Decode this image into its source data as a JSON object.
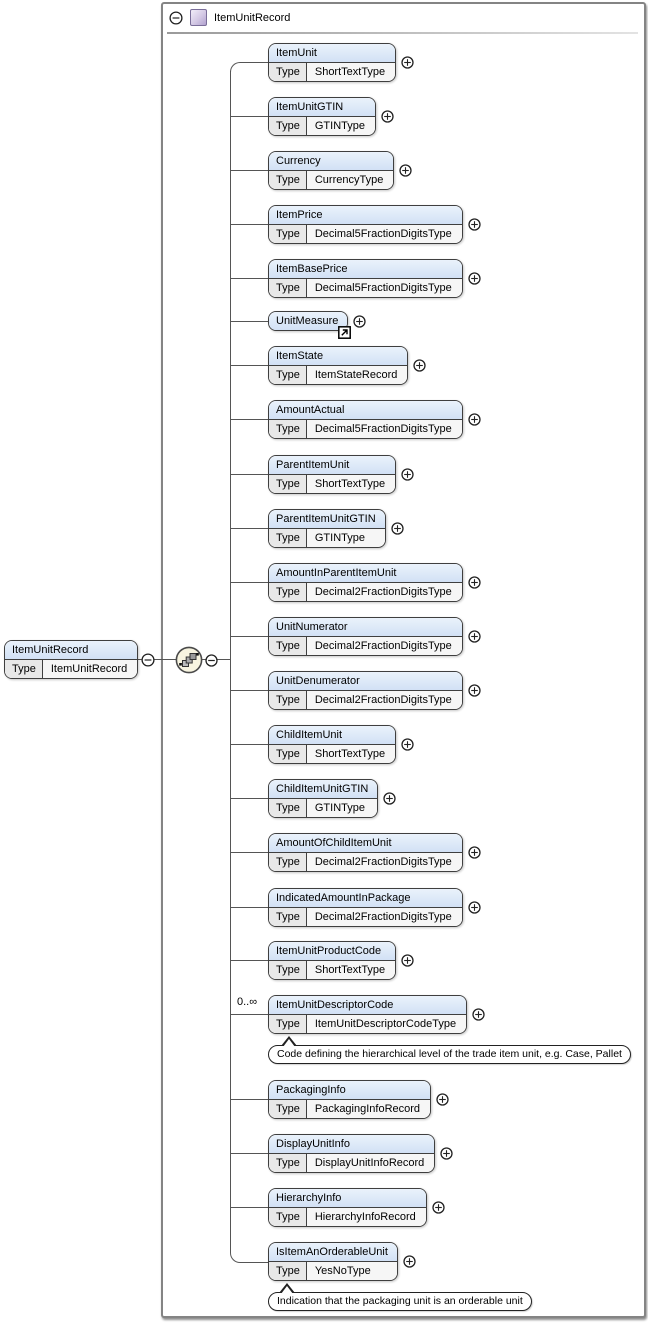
{
  "header": {
    "title": "ItemUnitRecord",
    "collapse_icon": "minus-circle-icon",
    "record_icon": "record-square-icon"
  },
  "type_label": "Type",
  "root_element": {
    "name": "ItemUnitRecord",
    "type": "ItemUnitRecord",
    "collapse_icon": "minus-circle-icon"
  },
  "compositor": {
    "kind": "sequence",
    "icon": "sequence-icon",
    "collapse_icon": "minus-circle-icon"
  },
  "elements": [
    {
      "name": "ItemUnit",
      "type": "ShortTextType",
      "expand_icon": "plus-circle-icon"
    },
    {
      "name": "ItemUnitGTIN",
      "type": "GTINType",
      "expand_icon": "plus-circle-icon"
    },
    {
      "name": "Currency",
      "type": "CurrencyType",
      "expand_icon": "plus-circle-icon"
    },
    {
      "name": "ItemPrice",
      "type": "Decimal5FractionDigitsType",
      "expand_icon": "plus-circle-icon"
    },
    {
      "name": "ItemBasePrice",
      "type": "Decimal5FractionDigitsType",
      "expand_icon": "plus-circle-icon"
    },
    {
      "name": "UnitMeasure",
      "type": null,
      "reference": true,
      "reference_icon": "arrow-reference-icon",
      "expand_icon": "plus-circle-icon"
    },
    {
      "name": "ItemState",
      "type": "ItemStateRecord",
      "expand_icon": "plus-circle-icon"
    },
    {
      "name": "AmountActual",
      "type": "Decimal5FractionDigitsType",
      "expand_icon": "plus-circle-icon"
    },
    {
      "name": "ParentItemUnit",
      "type": "ShortTextType",
      "expand_icon": "plus-circle-icon"
    },
    {
      "name": "ParentItemUnitGTIN",
      "type": "GTINType",
      "expand_icon": "plus-circle-icon"
    },
    {
      "name": "AmountInParentItemUnit",
      "type": "Decimal2FractionDigitsType",
      "expand_icon": "plus-circle-icon"
    },
    {
      "name": "UnitNumerator",
      "type": "Decimal2FractionDigitsType",
      "expand_icon": "plus-circle-icon"
    },
    {
      "name": "UnitDenumerator",
      "type": "Decimal2FractionDigitsType",
      "expand_icon": "plus-circle-icon"
    },
    {
      "name": "ChildItemUnit",
      "type": "ShortTextType",
      "expand_icon": "plus-circle-icon"
    },
    {
      "name": "ChildItemUnitGTIN",
      "type": "GTINType",
      "expand_icon": "plus-circle-icon"
    },
    {
      "name": "AmountOfChildItemUnit",
      "type": "Decimal2FractionDigitsType",
      "expand_icon": "plus-circle-icon"
    },
    {
      "name": "IndicatedAmountInPackage",
      "type": "Decimal2FractionDigitsType",
      "expand_icon": "plus-circle-icon"
    },
    {
      "name": "ItemUnitProductCode",
      "type": "ShortTextType",
      "expand_icon": "plus-circle-icon"
    },
    {
      "name": "ItemUnitDescriptorCode",
      "type": "ItemUnitDescriptorCodeType",
      "multiplicity": "0..∞",
      "annotation": "Code defining the hierarchical level of the trade item unit, e.g. Case, Pallet",
      "expand_icon": "plus-circle-icon"
    },
    {
      "name": "PackagingInfo",
      "type": "PackagingInfoRecord",
      "expand_icon": "plus-circle-icon"
    },
    {
      "name": "DisplayUnitInfo",
      "type": "DisplayUnitInfoRecord",
      "expand_icon": "plus-circle-icon"
    },
    {
      "name": "HierarchyInfo",
      "type": "HierarchyInfoRecord",
      "expand_icon": "plus-circle-icon"
    },
    {
      "name": "IsItemAnOrderableUnit",
      "type": "YesNoType",
      "annotation": "Indication that the packaging unit is an orderable unit",
      "expand_icon": "plus-circle-icon"
    }
  ],
  "colors": {
    "element_header_fill": "#d7e4f6",
    "element_border": "#3f3f3f",
    "type_cell_fill": "#e8e8e8",
    "container_border": "#848484",
    "connector": "#555555",
    "record_icon_fill": "#c7bada",
    "sequence_icon_fill": "#f7f4e0"
  }
}
